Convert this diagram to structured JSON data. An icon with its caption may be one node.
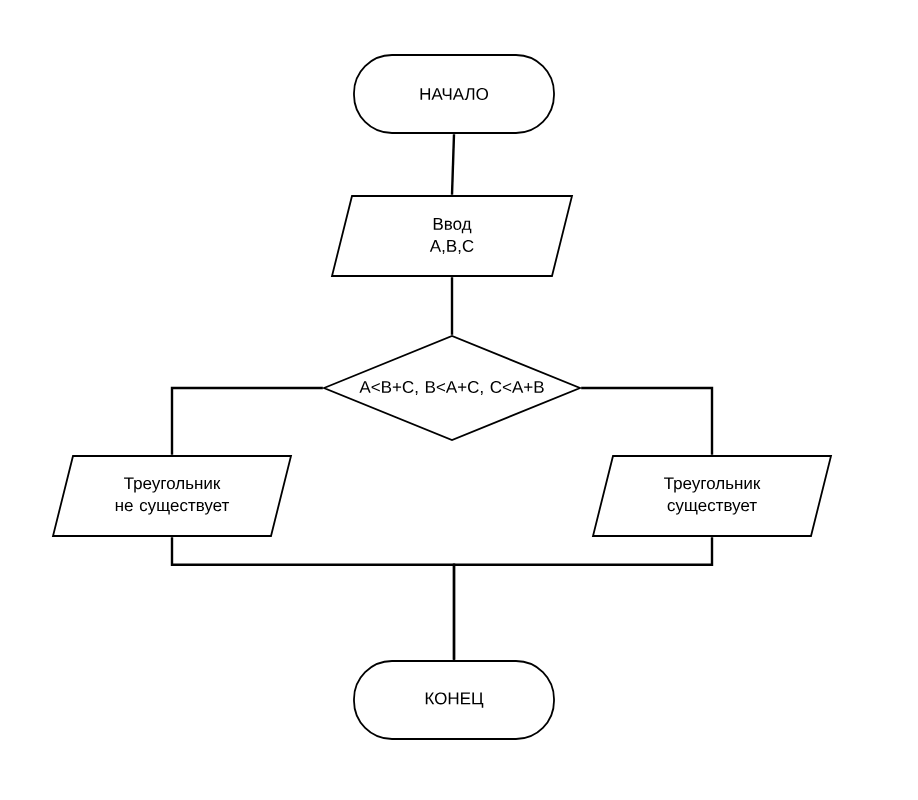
{
  "diagram": {
    "nodes": [
      {
        "text": [
          "НАЧАЛО"
        ]
      },
      {
        "text": [
          "Ввод A,B,C"
        ]
      },
      {
        "text": [
          "A<B+C, B<A+C, C<A+B"
        ]
      },
      {
        "text": [
          "Треугольник не существует"
        ]
      },
      {
        "text": [
          "Треугольник существует"
        ]
      },
      {
        "text": [
          "КОНЕЦ"
        ]
      }
    ],
    "edges": [
      {
        "from": 0,
        "to": 1,
        "arrow": "none"
      },
      {
        "from": 1,
        "to": 2,
        "arrow": "none"
      },
      {
        "from": 2,
        "to": 3,
        "arrow": "none"
      },
      {
        "from": 2,
        "to": 4,
        "arrow": "none"
      },
      {
        "from": 3,
        "to": 5,
        "arrow": "none"
      },
      {
        "from": 4,
        "to": 5,
        "arrow": "none"
      }
    ]
  }
}
